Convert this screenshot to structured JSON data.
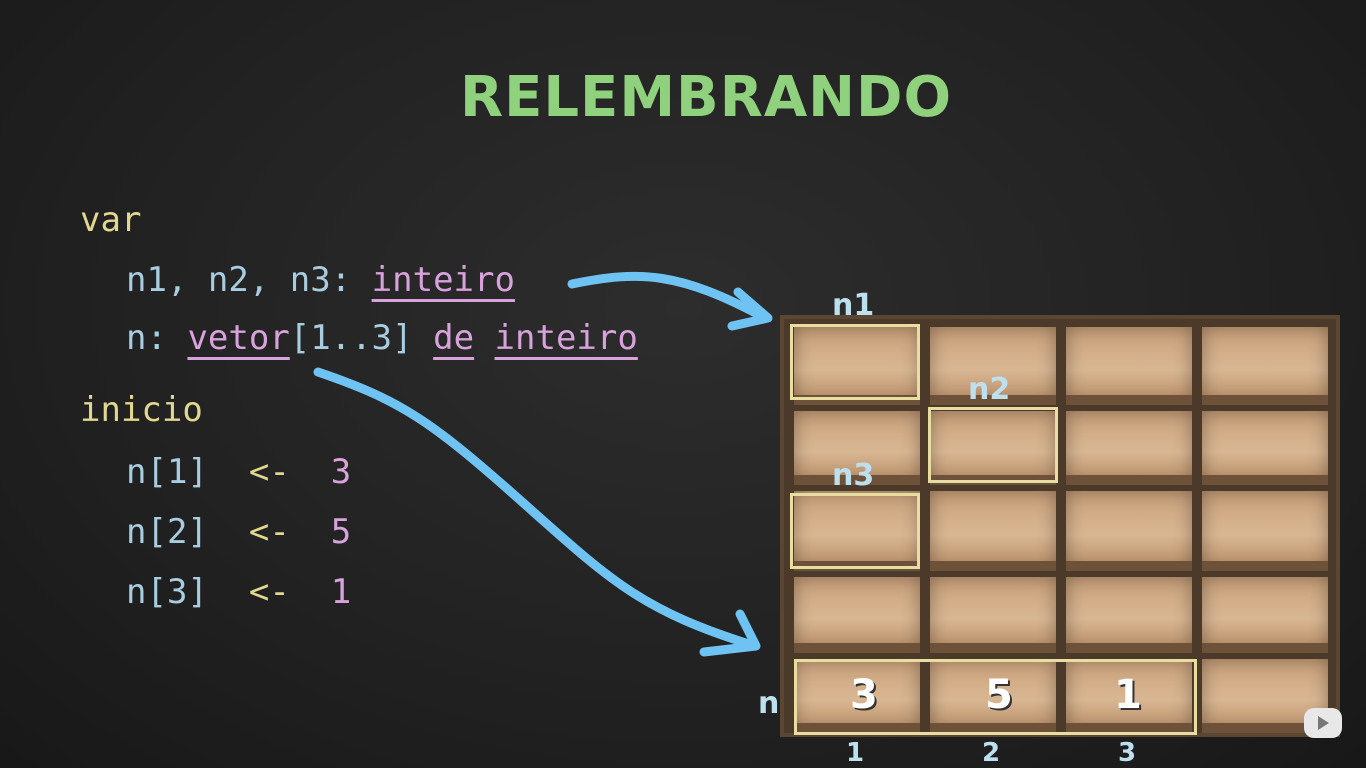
{
  "title": "RELEMBRANDO",
  "code": {
    "var": "var",
    "line1_ids": "n1, n2, n3:",
    "line1_type": "inteiro",
    "line2_id": "n:",
    "line2_vetor": "vetor",
    "line2_range": "[1..3]",
    "line2_de": "de",
    "line2_type": "inteiro",
    "inicio": "inicio",
    "assignments": [
      {
        "target": "n[1]",
        "op": "<-",
        "value": "3"
      },
      {
        "target": "n[2]",
        "op": "<-",
        "value": "5"
      },
      {
        "target": "n[3]",
        "op": "<-",
        "value": "1"
      }
    ]
  },
  "shelf": {
    "labels": {
      "n1": "n1",
      "n2": "n2",
      "n3": "n3",
      "n": "n"
    },
    "values": [
      "3",
      "5",
      "1"
    ],
    "indices": [
      "1",
      "2",
      "3"
    ]
  },
  "colors": {
    "title": "#8fd17c",
    "keyword": "#e2d78f",
    "identifier": "#a8cde0",
    "type": "#d8a2dc",
    "arrow": "#6fc3f2",
    "highlight": "#e9dea1"
  },
  "icons": [
    "arrow-curved-icon",
    "video-player-logo-icon"
  ]
}
